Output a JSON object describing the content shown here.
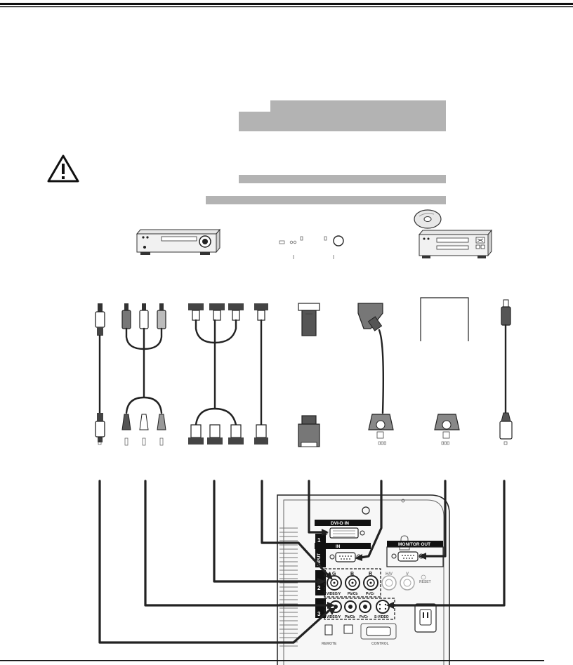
{
  "panel": {
    "dvi_label": "DVI-D IN",
    "in_label": "IN",
    "monitor_out_label": "MONITOR OUT",
    "input_label": "INPUT",
    "input_1": "1",
    "input_2": "2",
    "input_3": "3",
    "g_label": "G",
    "b_label": "B",
    "r_label": "R",
    "hv_label": "H/V",
    "v_label": "V",
    "video_y_a": "VIDEO/Y",
    "pb_cb_a": "Pb/Cb",
    "pr_cr_a": "Pr/Cr",
    "video_y_b": "VIDEO/Y",
    "pb_cb_b": "Pb/Cb",
    "pr_cr_b": "Pr/Cr",
    "svideo_label": "S-VIDEO",
    "reset_label": "RESET",
    "remote_label": "REMOTE",
    "control_label": "CONTROL"
  },
  "colors": {
    "line": "#222222",
    "panel_fill": "#f2f2f2",
    "redacted_bar": "#b3b3b3",
    "connector_gray": "#9a9a9a"
  },
  "icons": [
    "warning-icon",
    "vcr-icon",
    "av-device-icon",
    "dvd-player-icon",
    "disc-icon"
  ]
}
